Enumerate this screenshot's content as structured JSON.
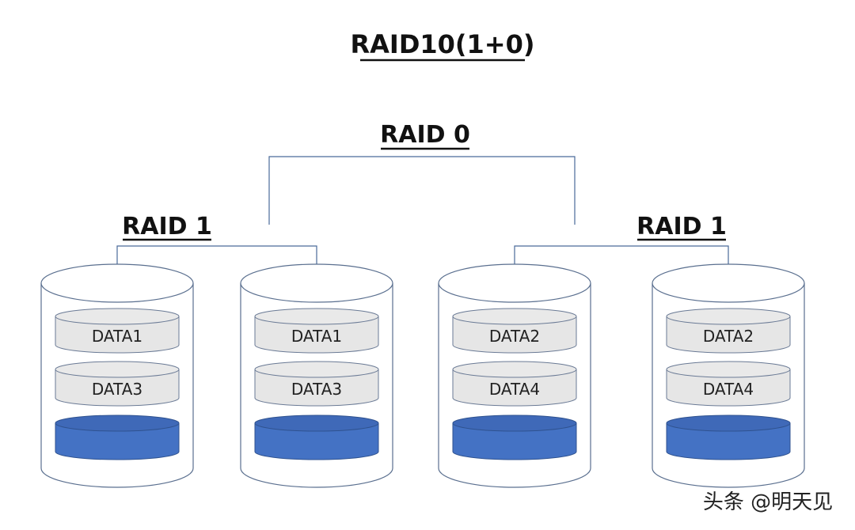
{
  "title": "RAID10(1+0)",
  "raid0": {
    "label": "RAID 0"
  },
  "groups": [
    {
      "label": "RAID 1",
      "disks": [
        {
          "layers": [
            "DATA1",
            "DATA3",
            ""
          ]
        },
        {
          "layers": [
            "DATA1",
            "DATA3",
            ""
          ]
        }
      ]
    },
    {
      "label": "RAID 1",
      "disks": [
        {
          "layers": [
            "DATA2",
            "DATA4",
            ""
          ]
        },
        {
          "layers": [
            "DATA2",
            "DATA4",
            ""
          ]
        }
      ]
    }
  ],
  "watermark": "头条 @明天见",
  "colors": {
    "line": "#4a6a9a",
    "disk_outline": "#5a6f8f",
    "data_fill": "#e6e6e6",
    "data_outline": "#6a7a95",
    "empty_fill": "#4472c4",
    "empty_outline": "#2f528f"
  }
}
